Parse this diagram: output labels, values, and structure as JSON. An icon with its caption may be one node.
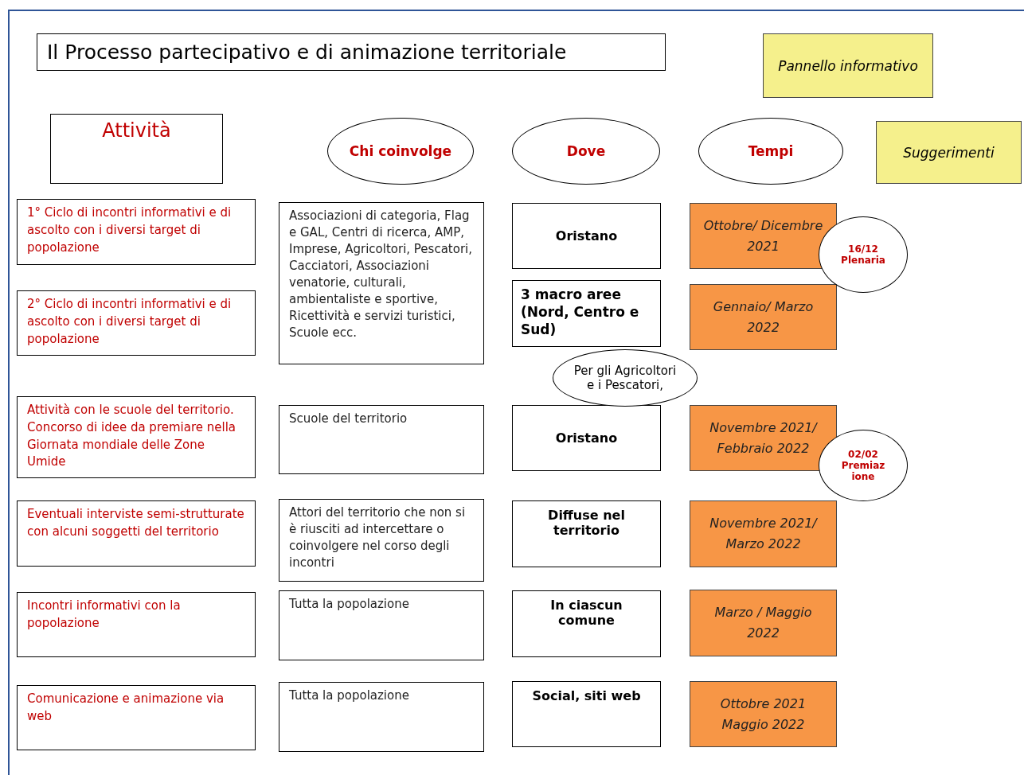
{
  "diagram": {
    "title": "Il Processo partecipativo e di animazione territoriale",
    "nodes": [
      {
        "text": [
          "Pannello informativo"
        ]
      },
      {
        "text": [
          "Attività"
        ]
      },
      {
        "text": [
          "Chi coinvolge"
        ]
      },
      {
        "text": [
          "Dove"
        ]
      },
      {
        "text": [
          "Tempi"
        ]
      },
      {
        "text": [
          "Suggerimenti"
        ]
      },
      {
        "text": [
          "1° Ciclo di incontri informativi e di ascolto con i diversi target di popolazione"
        ]
      },
      {
        "text": [
          "Associazioni di categoria, Flag e GAL, Centri di ricerca, AMP, Imprese, Agricoltori, Pescatori, Cacciatori, Associazioni venatorie, culturali, ambientaliste e sportive, Ricettività e servizi turistici, Scuole ecc."
        ]
      },
      {
        "text": [
          "Oristano"
        ]
      },
      {
        "text": [
          "Ottobre/ Dicembre 2021"
        ]
      },
      {
        "text": [
          "16/12",
          "Plenaria"
        ]
      },
      {
        "text": [
          "2° Ciclo di incontri informativi e di ascolto con i diversi target di popolazione"
        ]
      },
      {
        "text": [
          "3 macro aree (Nord, Centro e Sud)"
        ]
      },
      {
        "text": [
          "Gennaio/ Marzo 2022"
        ]
      },
      {
        "text": [
          "Per gli Agricoltori e i Pescatori,"
        ]
      },
      {
        "text": [
          "Attività con le scuole del territorio. Concorso di idee da premiare nella Giornata mondiale delle Zone Umide"
        ]
      },
      {
        "text": [
          "Scuole del territorio"
        ]
      },
      {
        "text": [
          "Oristano"
        ]
      },
      {
        "text": [
          "Novembre 2021/ Febbraio 2022"
        ]
      },
      {
        "text": [
          "02/02",
          "Premiaz ione"
        ]
      },
      {
        "text": [
          "Eventuali interviste semi-strutturate con alcuni soggetti del territorio"
        ]
      },
      {
        "text": [
          "Attori del territorio che non si è riusciti ad intercettare o coinvolgere nel corso degli incontri"
        ]
      },
      {
        "text": [
          "Diffuse nel territorio"
        ]
      },
      {
        "text": [
          "Novembre 2021/ Marzo 2022"
        ]
      },
      {
        "text": [
          "Incontri informativi con la popolazione"
        ]
      },
      {
        "text": [
          "Tutta la popolazione"
        ]
      },
      {
        "text": [
          "In ciascun comune"
        ]
      },
      {
        "text": [
          "Marzo / Maggio 2022"
        ]
      },
      {
        "text": [
          "Comunicazione e animazione via web"
        ]
      },
      {
        "text": [
          "Tutta la popolazione"
        ]
      },
      {
        "text": [
          "Social, siti web"
        ]
      },
      {
        "text": [
          "Ottobre 2021 Maggio 2022"
        ]
      }
    ]
  }
}
